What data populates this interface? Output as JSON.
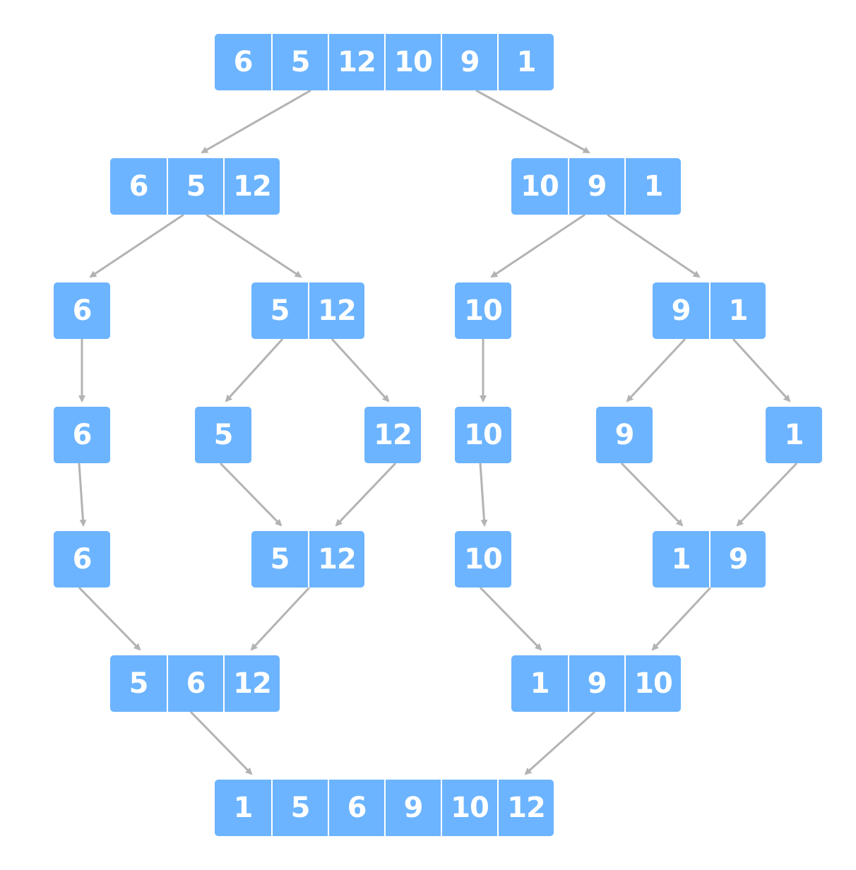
{
  "colors": {
    "node_fill": "#6cb4ff",
    "node_text": "#ffffff",
    "arrow": "#b3b3b3",
    "background": "#ffffff"
  },
  "nodes": [
    {
      "id": "n0",
      "values": [
        "6",
        "5",
        "12",
        "10",
        "9",
        "1"
      ]
    },
    {
      "id": "n1",
      "values": [
        "6",
        "5",
        "12"
      ]
    },
    {
      "id": "n2",
      "values": [
        "10",
        "9",
        "1"
      ]
    },
    {
      "id": "n3",
      "values": [
        "6"
      ]
    },
    {
      "id": "n4",
      "values": [
        "5",
        "12"
      ]
    },
    {
      "id": "n5",
      "values": [
        "10"
      ]
    },
    {
      "id": "n6",
      "values": [
        "9",
        "1"
      ]
    },
    {
      "id": "n7",
      "values": [
        "6"
      ]
    },
    {
      "id": "n8",
      "values": [
        "5"
      ]
    },
    {
      "id": "n9",
      "values": [
        "12"
      ]
    },
    {
      "id": "n10",
      "values": [
        "10"
      ]
    },
    {
      "id": "n11",
      "values": [
        "9"
      ]
    },
    {
      "id": "n12",
      "values": [
        "1"
      ]
    },
    {
      "id": "n13",
      "values": [
        "6"
      ]
    },
    {
      "id": "n14",
      "values": [
        "5",
        "12"
      ]
    },
    {
      "id": "n15",
      "values": [
        "10"
      ]
    },
    {
      "id": "n16",
      "values": [
        "1",
        "9"
      ]
    },
    {
      "id": "n17",
      "values": [
        "5",
        "6",
        "12"
      ]
    },
    {
      "id": "n18",
      "values": [
        "1",
        "9",
        "10"
      ]
    },
    {
      "id": "n19",
      "values": [
        "1",
        "5",
        "6",
        "9",
        "10",
        "12"
      ]
    }
  ],
  "edges": [
    [
      "n0",
      "n1"
    ],
    [
      "n0",
      "n2"
    ],
    [
      "n1",
      "n3"
    ],
    [
      "n1",
      "n4"
    ],
    [
      "n2",
      "n5"
    ],
    [
      "n2",
      "n6"
    ],
    [
      "n3",
      "n7"
    ],
    [
      "n4",
      "n8"
    ],
    [
      "n4",
      "n9"
    ],
    [
      "n5",
      "n10"
    ],
    [
      "n6",
      "n11"
    ],
    [
      "n6",
      "n12"
    ],
    [
      "n7",
      "n13"
    ],
    [
      "n8",
      "n14"
    ],
    [
      "n9",
      "n14"
    ],
    [
      "n10",
      "n15"
    ],
    [
      "n11",
      "n16"
    ],
    [
      "n12",
      "n16"
    ],
    [
      "n13",
      "n17"
    ],
    [
      "n14",
      "n17"
    ],
    [
      "n15",
      "n18"
    ],
    [
      "n16",
      "n18"
    ],
    [
      "n17",
      "n19"
    ],
    [
      "n18",
      "n19"
    ]
  ]
}
